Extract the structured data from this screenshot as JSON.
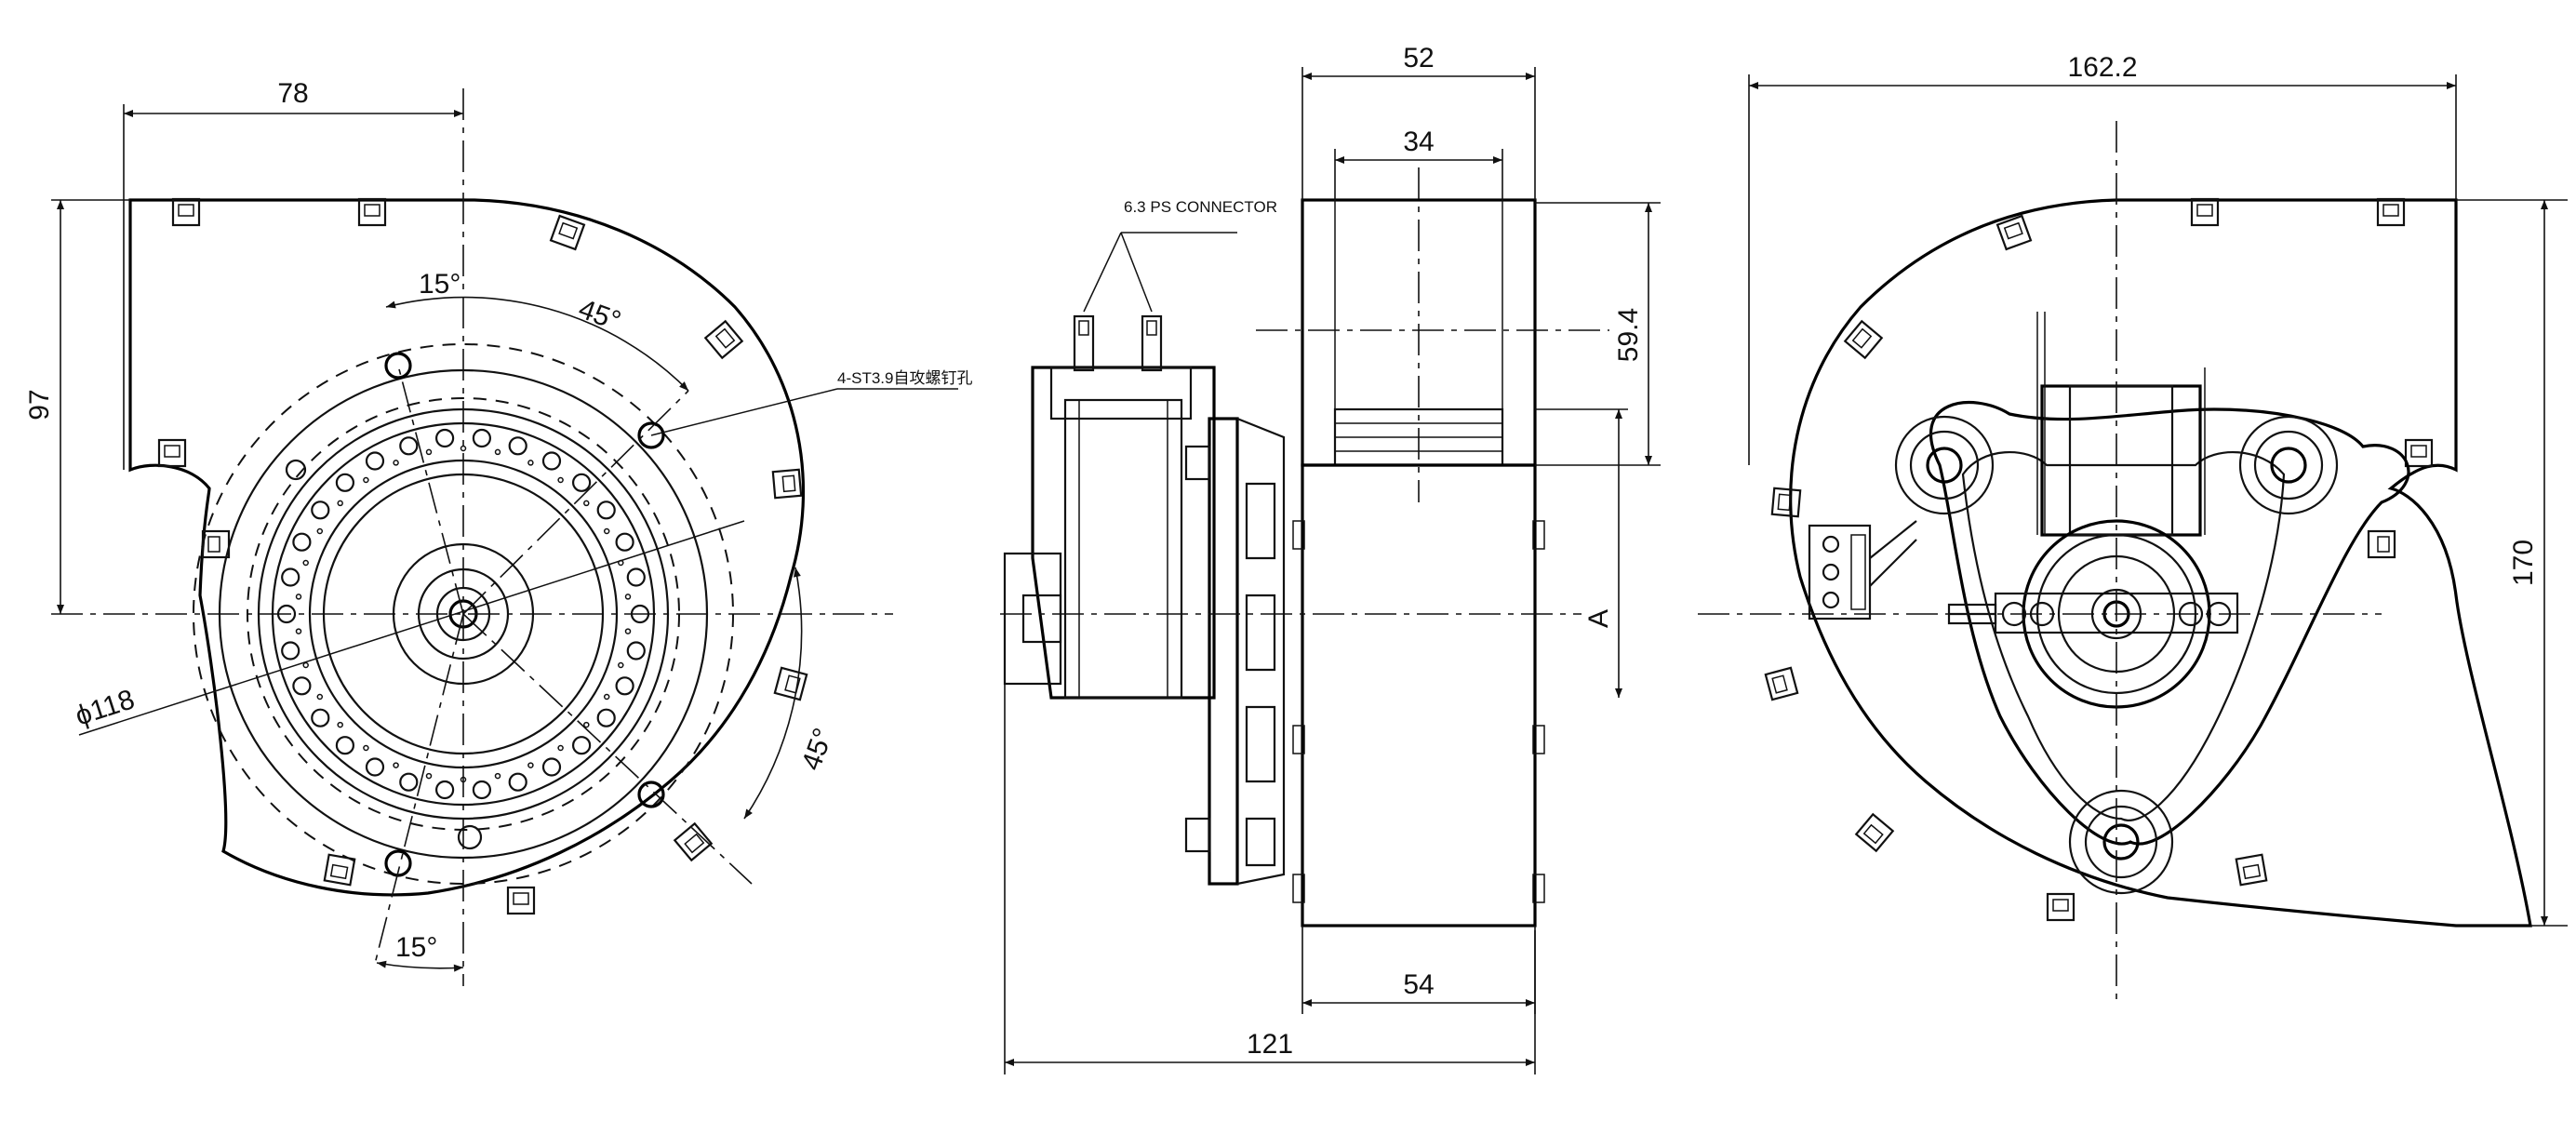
{
  "dimensions": {
    "left_width": "78",
    "left_height": "97",
    "angle_top_15": "15°",
    "angle_top_45": "45°",
    "angle_right_45": "45°",
    "angle_bottom_15": "15°",
    "diameter": "ϕ118",
    "screw_note": "4-ST3.9自攻螺钉孔",
    "connector_note": "6.3 PS CONNECTOR",
    "outlet_outer": "52",
    "outlet_inner": "34",
    "outlet_height": "59.4",
    "axis_label": "A",
    "housing_width": "54",
    "total_depth": "121",
    "right_width": "162.2",
    "right_height": "170"
  }
}
